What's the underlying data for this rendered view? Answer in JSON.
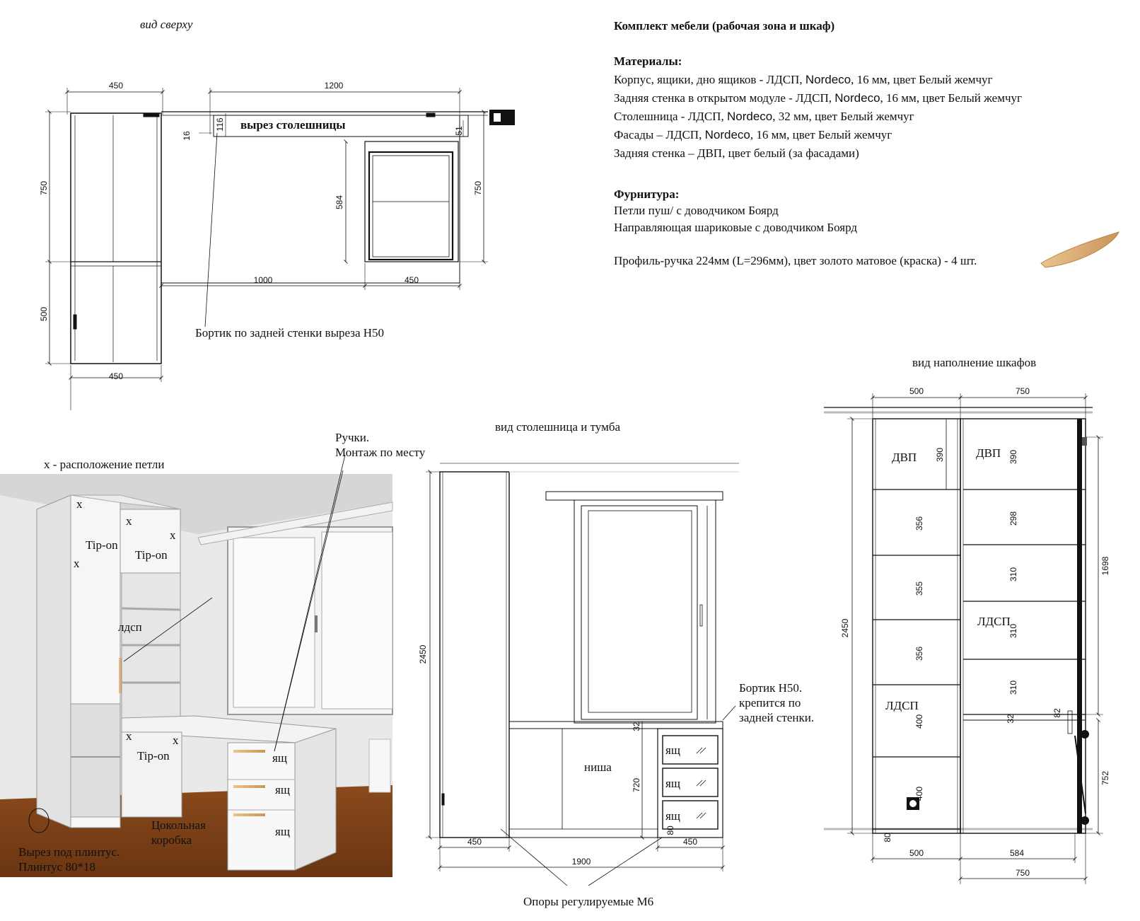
{
  "top_view": {
    "caption": "вид сверху",
    "dims": {
      "w450_top": "450",
      "w1200": "1200",
      "h750_left": "750",
      "h500": "500",
      "w450_bottom": "450",
      "w1000": "1000",
      "w450_mid": "450",
      "h584": "584",
      "h750_right": "750",
      "d116": "116",
      "d16": "16",
      "d51": "51"
    },
    "cutout_label": "вырез столешницы",
    "ledge_note": "Бортик по задней стенки выреза Н50"
  },
  "spec": {
    "title": "Комплект мебели (рабочая зона и шкаф)",
    "materials_heading": "Материалы:",
    "materials": [
      {
        "pre": "Корпус, ящики, дно ящиков - ЛДСП, ",
        "brand": "Nordeco",
        "post": ", 16 мм, цвет Белый жемчуг"
      },
      {
        "pre": "Задняя стенка в открытом модуле - ЛДСП, ",
        "brand": "Nordeco",
        "post": ", 16 мм, цвет Белый жемчуг"
      },
      {
        "pre": "Столешница - ЛДСП, ",
        "brand": "Nordeco",
        "post": ", 32 мм, цвет Белый жемчуг"
      },
      {
        "pre": "Фасады – ЛДСП, ",
        "brand": "Nordeco",
        "post": ", 16 мм, цвет Белый жемчуг"
      },
      {
        "pre": "Задняя стенка – ДВП, цвет белый (за фасадами)",
        "brand": "",
        "post": ""
      }
    ],
    "hardware_heading": "Фурнитура:",
    "hardware": [
      "Петли пуш/ с доводчиком Боярд",
      "Направляющая шариковые с доводчиком Боярд"
    ],
    "handle_profile": "Профиль-ручка 224мм (L=296мм), цвет золото матовое (краска) - 4 шт."
  },
  "render_view": {
    "hinge_caption": "х - расположение петли",
    "handles_note_1": "Ручки.",
    "handles_note_2": "Монтаж по месту",
    "x_mark": "х",
    "tip_on": "Tip-on",
    "ldsp": "лдсп",
    "drawer": "ящ",
    "plinth_box_1": "Цокольная",
    "plinth_box_2": "коробка",
    "plinth_cut_1": "Вырез под плинтус.",
    "plinth_cut_2": "Плинтус 80*18"
  },
  "front_view": {
    "caption": "вид столешница и тумба",
    "h2450": "2450",
    "d32": "32",
    "h720": "720",
    "d80": "80",
    "w450_left": "450",
    "w450_right": "450",
    "w1900": "1900",
    "niche": "ниша",
    "drawer": "ящ",
    "ledge_note_1": "Бортик Н50.",
    "ledge_note_2": "крепится по",
    "ledge_note_3": "задней стенки.",
    "supports_note": "Опоры регулируемые М6"
  },
  "fill_view": {
    "caption": "вид наполнение шкафов",
    "w500_top": "500",
    "w750_top": "750",
    "dvp": "ДВП",
    "ldsp": "ЛДСП",
    "left_dims": [
      "390",
      "356",
      "355",
      "356",
      "400",
      "400",
      "80"
    ],
    "right_dims": [
      "390",
      "298",
      "310",
      "310",
      "310",
      "32",
      "82"
    ],
    "h2450": "2450",
    "h1698": "1698",
    "h752": "752",
    "w500_bottom": "500",
    "w584": "584",
    "w750_bottom": "750"
  }
}
